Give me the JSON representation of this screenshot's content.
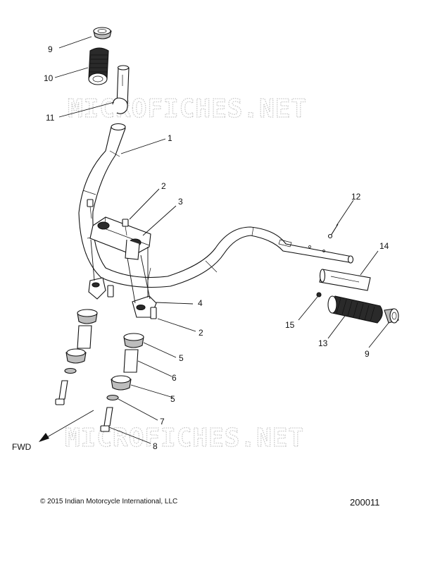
{
  "watermark": "MICROFICHES.NET",
  "fwd_label": "FWD",
  "copyright": "© 2015 Indian Motorcycle International, LLC",
  "reference_number": "200011",
  "callouts": [
    "9",
    "10",
    "11",
    "1",
    "2",
    "3",
    "12",
    "14",
    "4",
    "15",
    "2",
    "13",
    "9",
    "5",
    "6",
    "5",
    "7",
    "8"
  ]
}
